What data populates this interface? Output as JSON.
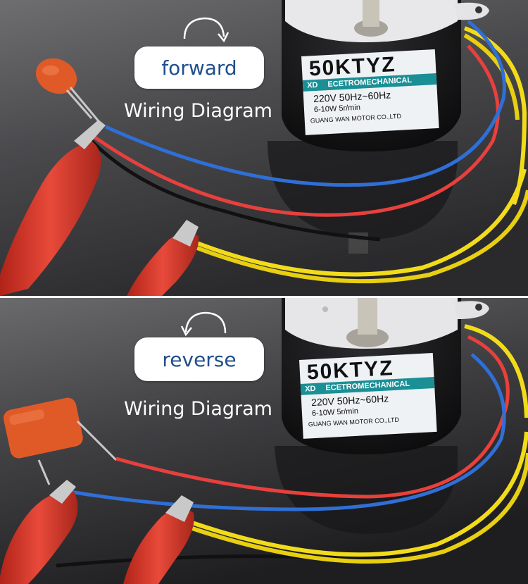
{
  "panels": [
    {
      "direction_label": "forward",
      "subtitle": "Wiring Diagram",
      "arrow_icon": "clockwise-arrow-icon",
      "motor": {
        "model": "50KTYZ",
        "badge": "XD",
        "band_text": "ECETROMECHANICAL",
        "voltage_freq": "220V  50Hz~60Hz",
        "power_speed": "6-10W    5r/min",
        "maker": "GUANG WAN MOTOR CO.,LTD"
      }
    },
    {
      "direction_label": "reverse",
      "subtitle": "Wiring Diagram",
      "arrow_icon": "counterclockwise-arrow-icon",
      "motor": {
        "model": "50KTYZ",
        "badge": "XD",
        "band_text": "ECETROMECHANICAL",
        "voltage_freq": "220V  50Hz~60Hz",
        "power_speed": "6-10W    5r/min",
        "maker": "GUANG WAN MOTOR CO.,LTD"
      }
    }
  ],
  "colors": {
    "wire_blue": "#2f6fd6",
    "wire_red": "#e8403c",
    "wire_yellow": "#f2dc1a",
    "clip_red": "#d9362b",
    "capacitor": "#e05a28",
    "label_text": "#1f4e8c"
  }
}
